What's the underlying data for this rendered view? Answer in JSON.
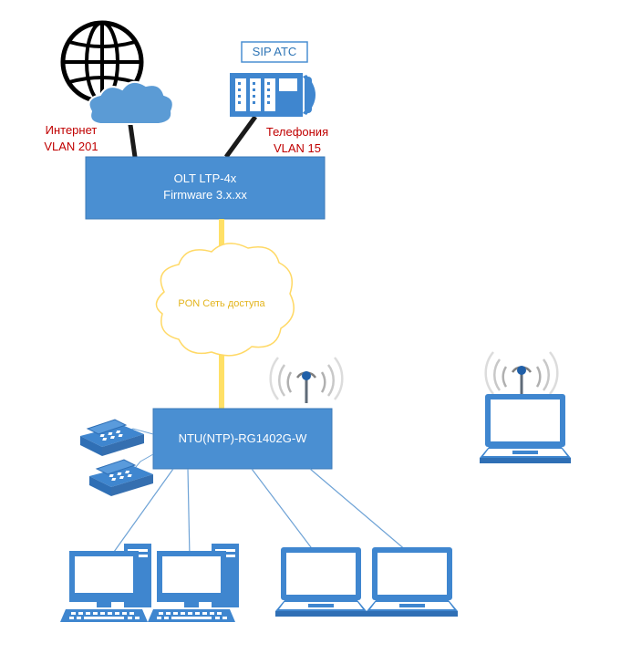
{
  "sip": {
    "label": "SIP ATC"
  },
  "internet": {
    "line1": "Интернет",
    "line2": "VLAN 201"
  },
  "telephony": {
    "line1": "Телефония",
    "line2": "VLAN 15"
  },
  "olt": {
    "line1": "OLT LTP-4x",
    "line2": "Firmware 3.x.xx"
  },
  "pon": {
    "label": "PON Сеть доступа"
  },
  "ntu": {
    "label": "NTU(NTP)-RG1402G-W"
  },
  "colors": {
    "box": "#4a8fd2",
    "device": "#3f86cf",
    "label_red": "#c00000",
    "pon_text": "#e3b41c",
    "fiber": "#ffe066",
    "link": "#6fa3d6"
  },
  "icons": [
    "globe-icon",
    "cloud-icon",
    "ip-phone-icon",
    "wifi-icon",
    "phone-icon",
    "desktop-pc-icon",
    "laptop-icon"
  ]
}
